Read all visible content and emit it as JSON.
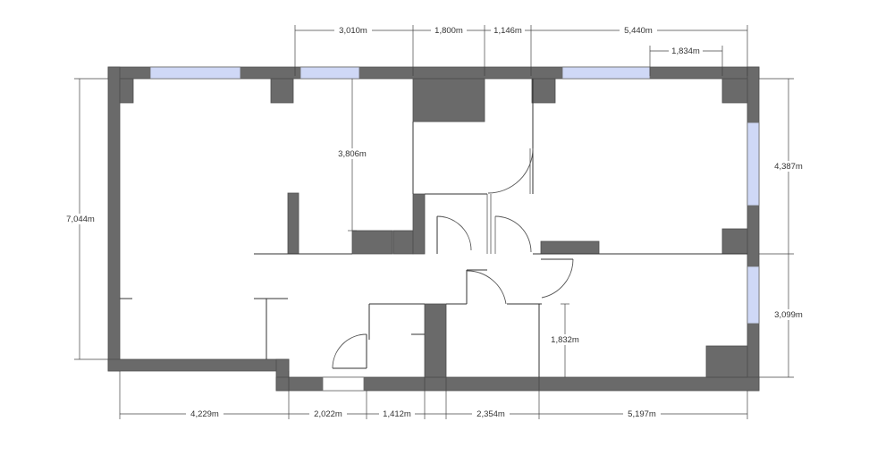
{
  "dimensions": {
    "top": [
      "3,010m",
      "1,800m",
      "1,146m",
      "5,440m"
    ],
    "top_inner": "1,834m",
    "bottom": [
      "4,229m",
      "2,022m",
      "1,412m",
      "2,354m",
      "5,197m"
    ],
    "left": "7,044m",
    "right": [
      "4,387m",
      "3,099m"
    ],
    "inner_vertical": [
      "3,806m",
      "1,832m"
    ]
  }
}
